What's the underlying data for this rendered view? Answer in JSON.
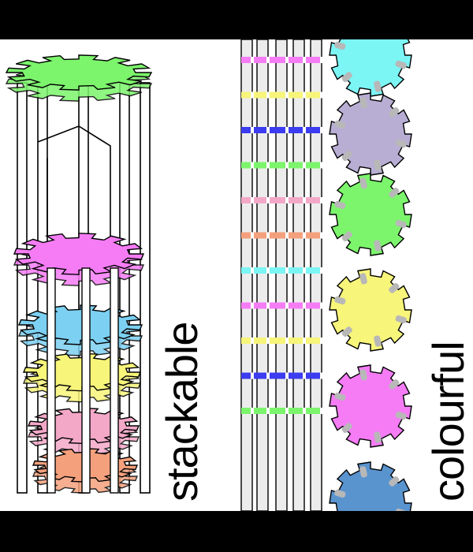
{
  "labels": {
    "left": "stackable",
    "right": "colourful"
  },
  "colors": {
    "green": "#7cf56c",
    "magenta": "#f57cf5",
    "sky": "#7cd0f2",
    "yellow": "#f7f57a",
    "pink": "#f4a8c8",
    "orange": "#f4a07c",
    "cyan": "#7cf5f5",
    "lavender": "#b8aed4",
    "blue": "#3c3cf0",
    "steel": "#5a94cf",
    "peg": "#b8b8b8",
    "frame": "#000000",
    "background": "#ffffff"
  },
  "tower_discs": [
    "green",
    "magenta",
    "sky",
    "yellow",
    "pink",
    "orange"
  ],
  "column_bands": [
    "magenta",
    "yellow",
    "blue",
    "green",
    "pink",
    "orange",
    "cyan",
    "magenta",
    "yellow",
    "blue",
    "green"
  ],
  "right_discs": [
    "cyan",
    "lavender",
    "green",
    "yellow",
    "magenta",
    "steel"
  ]
}
